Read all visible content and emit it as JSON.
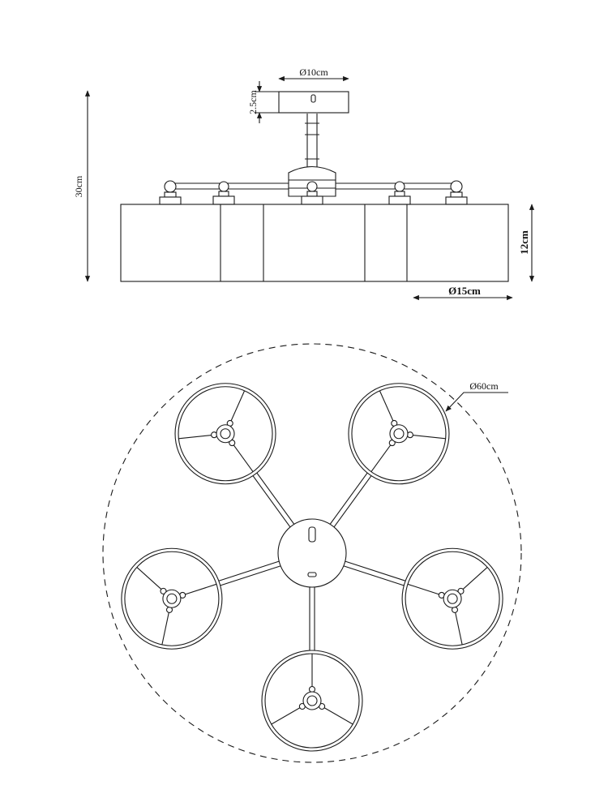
{
  "drawing": {
    "line_color": "#1a1a1a",
    "background": "#ffffff"
  },
  "side_view": {
    "dim_total_height": "30cm",
    "dim_canopy_diameter": "Ø10cm",
    "dim_canopy_height": "2.5cm",
    "dim_shade_height": "12cm",
    "dim_shade_diameter": "Ø15cm"
  },
  "top_view": {
    "dim_overall_diameter": "Ø60cm",
    "shade_count": 5
  }
}
